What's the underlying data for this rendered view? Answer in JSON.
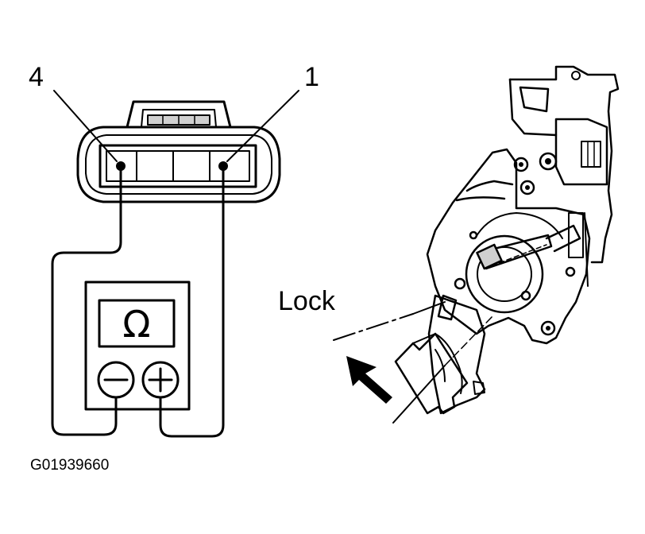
{
  "labels": {
    "pin_left": "4",
    "pin_right": "1",
    "lock": "Lock",
    "figure_id": "G01939660",
    "meter_symbol": "Ω"
  },
  "meter": {
    "negative_terminal": "minus-icon",
    "positive_terminal": "plus-icon"
  },
  "colors": {
    "ink": "#000000",
    "background": "#ffffff",
    "shade": "#d0d0d0"
  }
}
